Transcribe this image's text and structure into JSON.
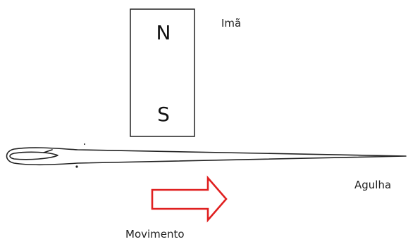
{
  "magnet": {
    "north_label": "N",
    "south_label": "S",
    "name_label": "Imã"
  },
  "needle": {
    "label": "Agulha"
  },
  "movement": {
    "label": "Movimento",
    "direction": "right",
    "arrow_color": "#e02020"
  }
}
